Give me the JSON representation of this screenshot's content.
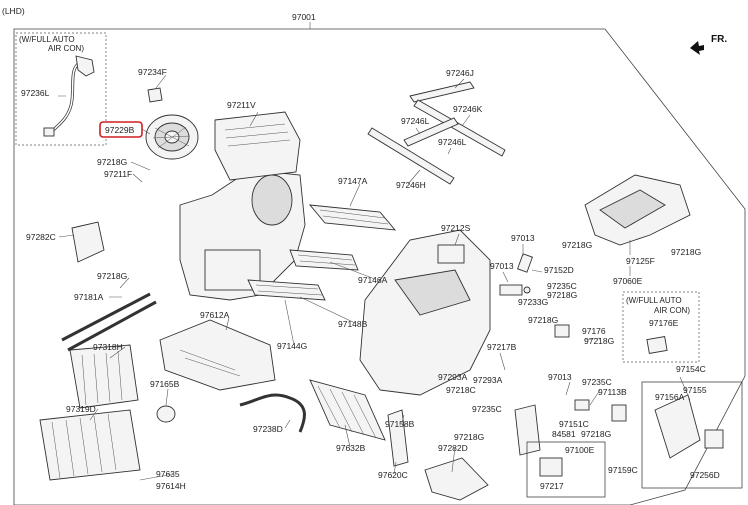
{
  "variant": "(LHD)",
  "direction": "FR.",
  "assembly_number": "97001",
  "notes": {
    "full_auto_1": "(W/FULL AUTO",
    "full_auto_2": "AIR CON)",
    "full_auto_3": "(W/FULL AUTO",
    "full_auto_4": "AIR CON)"
  },
  "highlighted_part": "97229B",
  "colors": {
    "highlight": "#d02020",
    "line": "#333333",
    "fill": "#f4f4f4"
  },
  "parts": [
    "97236L",
    "97234F",
    "97211V",
    "97218G",
    "97211F",
    "97282C",
    "97218G",
    "97181A",
    "97318H",
    "97612A",
    "97165B",
    "97319D",
    "97238D",
    "97635",
    "97614H",
    "97147A",
    "97146A",
    "97148B",
    "97144G",
    "97632B",
    "97620C",
    "97158B",
    "97282D",
    "97246J",
    "97246K",
    "97246L",
    "97246L",
    "97246H",
    "97212S",
    "97013",
    "97013",
    "97152D",
    "97233G",
    "97218G",
    "97235C",
    "97218G",
    "97217B",
    "97176",
    "97218G",
    "97293A",
    "97293A",
    "97218C",
    "97235C",
    "97218G",
    "97013",
    "97235C",
    "97113B",
    "97151C",
    "84581",
    "97218G",
    "97100E",
    "97217",
    "97159C",
    "97218G",
    "97218G",
    "97125F",
    "97060E",
    "97176E",
    "97154C",
    "97155",
    "97156A",
    "97256D"
  ]
}
